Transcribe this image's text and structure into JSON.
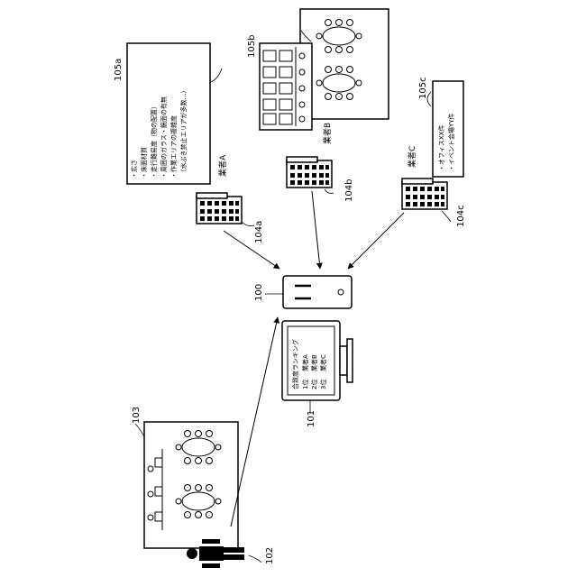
{
  "refs": {
    "r100": "100",
    "r101": "101",
    "r102": "102",
    "r103": "103",
    "r104a": "104a",
    "r104b": "104b",
    "r104c": "104c",
    "r105a": "105a",
    "r105b": "105b",
    "r105c": "105c"
  },
  "vendors": {
    "a": "業者A",
    "b": "業者B",
    "c": "業者C"
  },
  "info_105a": [
    "・広さ",
    "・床面材質",
    "・走行難易度（物の配置）",
    "・周囲のガラス・鏡面の有無",
    "・作業エリアの複雑度",
    "　（水ぶき禁止エリアが多数…）"
  ],
  "info_105c": [
    "・オフィスXX件",
    "・イベント会場YY件"
  ],
  "ranking": {
    "title": "合致度ランキング",
    "rows": [
      {
        "rank": "1位",
        "name": "業者A"
      },
      {
        "rank": "2位",
        "name": "業者B"
      },
      {
        "rank": "3位",
        "name": "業者C"
      }
    ]
  }
}
